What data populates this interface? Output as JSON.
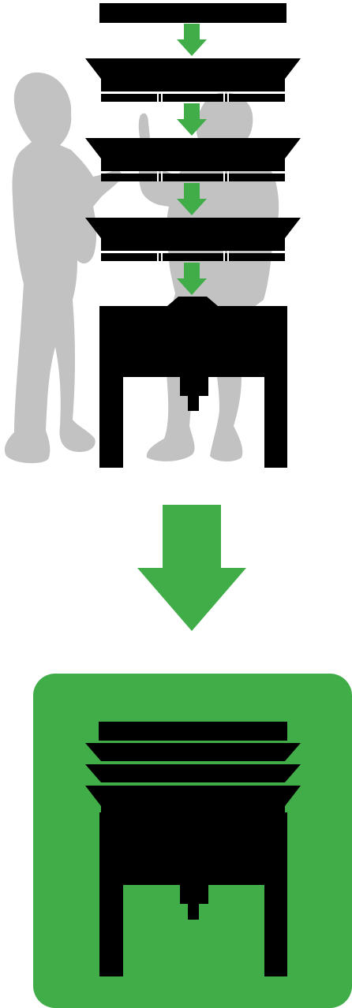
{
  "colors": {
    "background": "#ffffff",
    "unit": "#000000",
    "arrow": "#41ad49",
    "panel": "#41ad49",
    "silhouette": "#c2c2c2"
  },
  "diagram": {
    "stack_sequence": [
      "lid",
      "tray",
      "tray",
      "tray",
      "base-stand"
    ],
    "tray_count": 3,
    "assembled_panel": true,
    "icons": [
      "adult-silhouette-icon",
      "child-silhouette-icon",
      "down-arrow-icon",
      "assembled-unit-icon"
    ]
  }
}
